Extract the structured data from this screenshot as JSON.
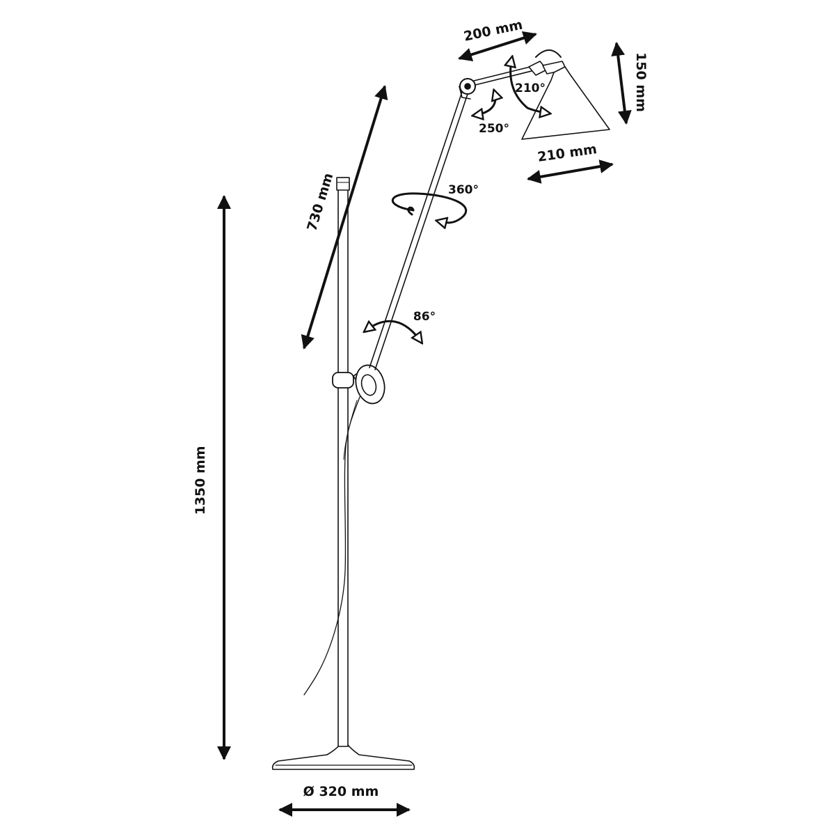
{
  "colors": {
    "ink": "#111111",
    "background": "#ffffff"
  },
  "dimensions": {
    "arm_length": "730 mm",
    "total_height": "1350 mm",
    "base_diameter": "Ø 320 mm",
    "upper_arm_length": "200 mm",
    "shade_height": "150 mm",
    "shade_width": "210 mm"
  },
  "angles": {
    "shade_tilt": "210°",
    "head_joint": "250°",
    "arm_rotation": "360°",
    "arm_tilt": "86°"
  }
}
